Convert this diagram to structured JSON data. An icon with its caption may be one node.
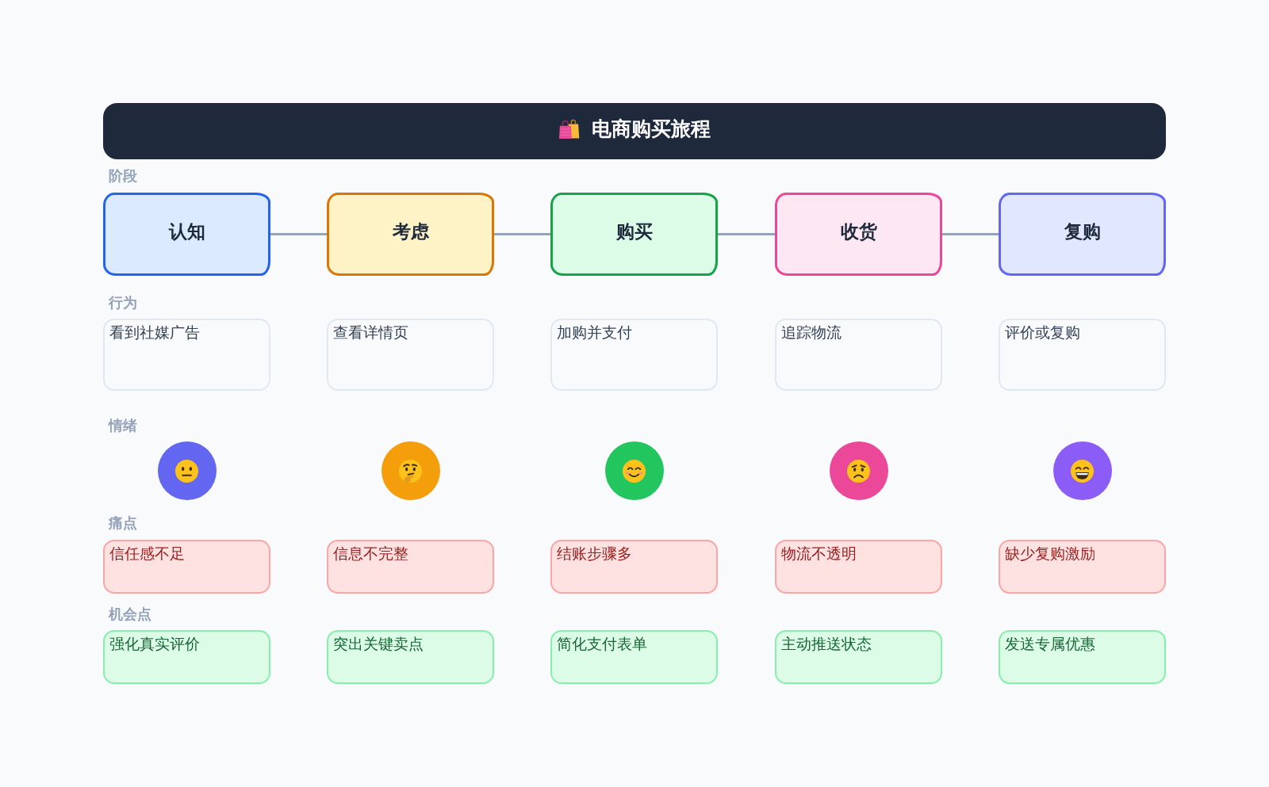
{
  "diagram": {
    "title": "电商购买旅程",
    "nodes": [
      {
        "text": [
          "认知"
        ]
      },
      {
        "text": [
          "考虑"
        ]
      },
      {
        "text": [
          "购买"
        ]
      },
      {
        "text": [
          "收货"
        ]
      },
      {
        "text": [
          "复购"
        ]
      },
      {
        "text": [
          "看到社媒广告"
        ]
      },
      {
        "text": [
          "查看详情页"
        ]
      },
      {
        "text": [
          "加购并支付"
        ]
      },
      {
        "text": [
          "追踪物流"
        ]
      },
      {
        "text": [
          "评价或复购"
        ]
      },
      {
        "text": [],
        "shape": "circle"
      },
      {
        "text": [],
        "shape": "circle"
      },
      {
        "text": [],
        "shape": "circle"
      },
      {
        "text": [],
        "shape": "circle"
      },
      {
        "text": [],
        "shape": "circle"
      },
      {
        "text": [
          "信任感不足"
        ]
      },
      {
        "text": [
          "信息不完整"
        ]
      },
      {
        "text": [
          "结账步骤多"
        ]
      },
      {
        "text": [
          "物流不透明"
        ]
      },
      {
        "text": [
          "缺少复购激励"
        ]
      },
      {
        "text": [
          "强化真实评价"
        ]
      },
      {
        "text": [
          "突出关键卖点"
        ]
      },
      {
        "text": [
          "简化支付表单"
        ]
      },
      {
        "text": [
          "主动推送状态"
        ]
      },
      {
        "text": [
          "发送专属优惠"
        ]
      }
    ],
    "edges": [
      {
        "from": 0,
        "to": 1,
        "arrow": "none"
      },
      {
        "from": 1,
        "to": 2,
        "arrow": "none"
      },
      {
        "from": 2,
        "to": 3,
        "arrow": "none"
      },
      {
        "from": 3,
        "to": 4,
        "arrow": "none"
      }
    ],
    "labels": [
      "阶段",
      "行为",
      "情绪",
      "痛点",
      "机会点"
    ]
  }
}
